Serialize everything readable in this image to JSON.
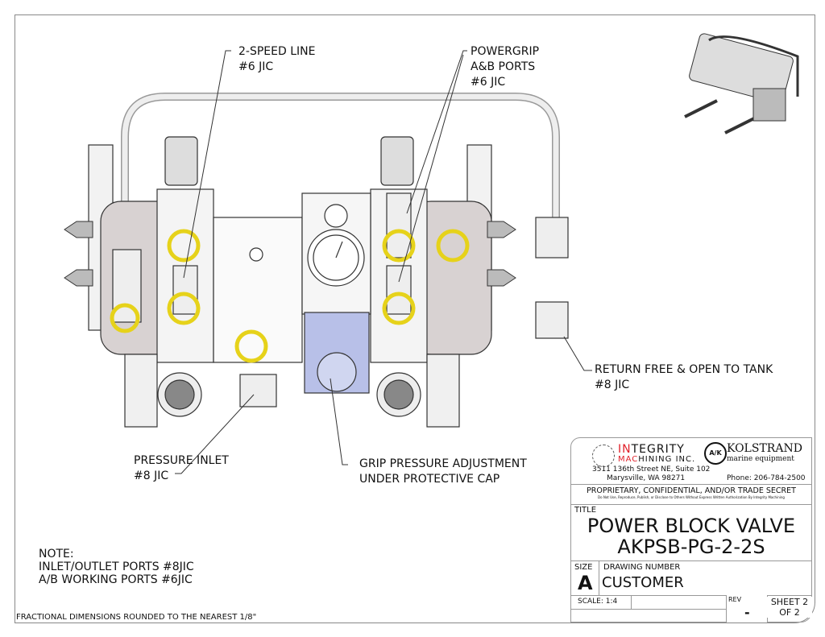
{
  "callouts": {
    "two_speed": [
      "2-SPEED LINE",
      "#6 JIC"
    ],
    "powergrip": [
      "POWERGRIP",
      "A&B PORTS",
      "#6 JIC"
    ],
    "return": [
      "RETURN FREE & OPEN TO TANK",
      "#8 JIC"
    ],
    "pressure_inlet": [
      "PRESSURE INLET",
      "#8 JIC"
    ],
    "grip_adjust": [
      "GRIP PRESSURE ADJUSTMENT",
      "UNDER PROTECTIVE CAP"
    ]
  },
  "note": [
    "NOTE:",
    "INLET/OUTLET PORTS #8JIC",
    "A/B WORKING PORTS #6JIC"
  ],
  "footer_note": "FRACTIONAL DIMENSIONS ROUNDED TO THE NEAREST 1/8\"",
  "title_block": {
    "company_in": "IN",
    "company_rest": "TEGRITY",
    "company_mac": "MAC",
    "company_line2": "HINING INC.",
    "partner": "KOLSTRAND",
    "partner_sub": "marine equipment",
    "partner_logo": "A/K",
    "address1": "3511 136th Street NE, Suite 102",
    "address2": "Marysville, WA  98271",
    "phone": "Phone: 206-784-2500",
    "proprietary": "PROPRIETARY, CONFIDENTIAL, AND/OR TRADE SECRET",
    "disclaimer": "Do Not Use, Reproduce, Publish, or Disclose to Others Without Express Written Authorization By Integrity Machining",
    "title_label": "TITLE",
    "title1": "POWER BLOCK VALVE",
    "title2": "AKPSB-PG-2-2S",
    "size_label": "SIZE",
    "size": "A",
    "dwg_label": "DRAWING NUMBER",
    "dwg": "CUSTOMER",
    "scale": "SCALE: 1:4",
    "rev_label": "REV",
    "rev": "-",
    "sheet1": "SHEET 2",
    "sheet2": "OF 2"
  },
  "colors": {
    "accent_red": "#e0202a",
    "fitting_yellow": "#e6d21a",
    "cap_blue": "#b8c0e8"
  }
}
